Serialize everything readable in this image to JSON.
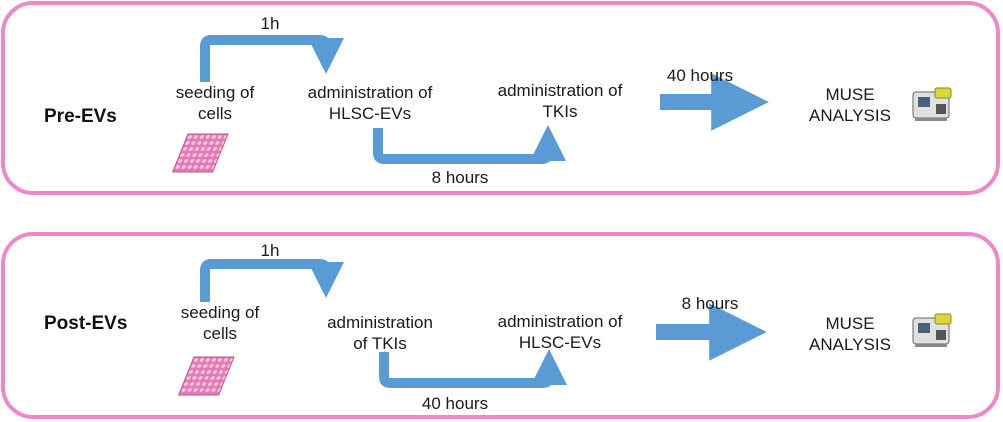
{
  "rows": [
    {
      "title": "Pre-EVs",
      "step1": "seeding of\ncells",
      "short_time": "1h",
      "step2": "administration of\nHLSC-EVs",
      "mid_time": "8 hours",
      "step3": "administration of\nTKIs",
      "final_time": "40 hours",
      "end": "MUSE\nANALYSIS"
    },
    {
      "title": "Post-EVs",
      "step1": "seeding of\ncells",
      "short_time": "1h",
      "step2": "administration\nof TKIs",
      "mid_time": "40 hours",
      "step3": "administration of\nHLSC-EVs",
      "final_time": "8 hours",
      "end": "MUSE\nANALYSIS"
    }
  ],
  "colors": {
    "panel_border": "#ee88c8",
    "arrow": "#5b9bd5",
    "plate": "#e27bb5",
    "instrument_yellow": "#d8d83a"
  },
  "icons": {
    "plate": "well-plate-icon",
    "instrument": "muse-instrument-icon"
  }
}
